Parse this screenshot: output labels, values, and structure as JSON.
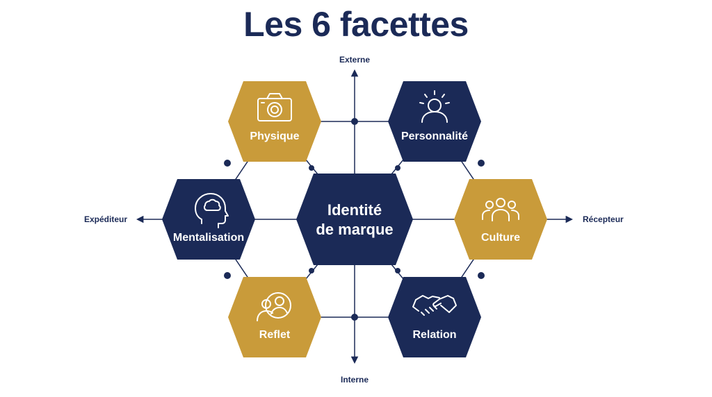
{
  "title": "Les 6 facettes",
  "axes": {
    "top": "Externe",
    "bottom": "Interne",
    "left": "Expéditeur",
    "right": "Récepteur"
  },
  "center": {
    "line1": "Identité",
    "line2": "de marque"
  },
  "facets": [
    {
      "label": "Physique",
      "icon": "camera-icon",
      "color": "#c99b3a"
    },
    {
      "label": "Personnalité",
      "icon": "person-idea-icon",
      "color": "#1b2a57"
    },
    {
      "label": "Mentalisation",
      "icon": "head-brain-icon",
      "color": "#1b2a57"
    },
    {
      "label": "Culture",
      "icon": "group-icon",
      "color": "#c99b3a"
    },
    {
      "label": "Reflet",
      "icon": "mirror-person-icon",
      "color": "#c99b3a"
    },
    {
      "label": "Relation",
      "icon": "handshake-icon",
      "color": "#1b2a57"
    }
  ],
  "colors": {
    "navy": "#1b2a57",
    "gold": "#c99b3a",
    "line": "#1b2a57"
  }
}
